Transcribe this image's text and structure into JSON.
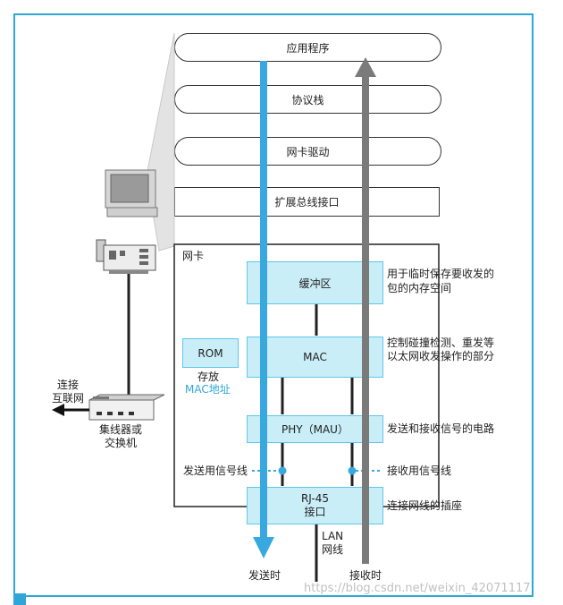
{
  "stack": {
    "app": "应用程序",
    "protocol": "协议栈",
    "driver": "网卡驱动",
    "bus": "扩展总线接口"
  },
  "nic": {
    "title": "网卡",
    "buffer": "缓冲区",
    "buffer_note": [
      "用于临时保存要收发的",
      "包的内存空间"
    ],
    "mac": "MAC",
    "mac_note": [
      "控制碰撞检测、重发等",
      "以太网收发操作的部分"
    ],
    "phy": "PHY（MAU）",
    "phy_note": "发送和接收信号的电路",
    "rj45_line1": "RJ-45",
    "rj45_line2": "接口",
    "rj45_note": "连接网线的插座",
    "rom": "ROM",
    "rom_note_1": "存放",
    "rom_note_2": "MAC地址",
    "tx_signal": "发送用信号线",
    "rx_signal": "接收用信号线"
  },
  "external": {
    "internet_1": "连接",
    "internet_2": "互联网",
    "hub_1": "集线器或",
    "hub_2": "交换机",
    "lan_1": "LAN",
    "lan_2": "网线"
  },
  "arrows": {
    "send": "发送时",
    "receive": "接收时"
  },
  "watermark": "https://blog.csdn.net/weixin_42071117",
  "colors": {
    "frame": "#2ea7d8",
    "box_fill": "#c9eef8",
    "send_arrow": "#37a9df",
    "receive_arrow": "#7a7a7a",
    "accent_text": "#2ea7d8"
  }
}
